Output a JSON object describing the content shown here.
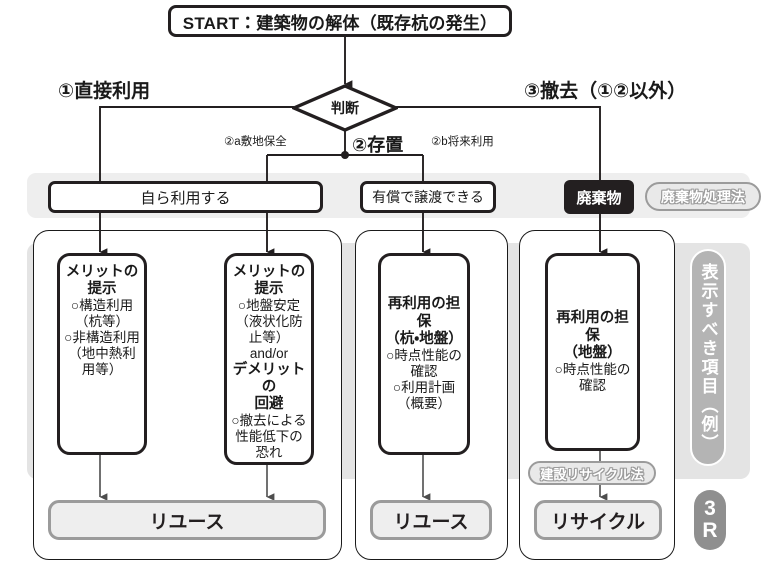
{
  "diagram": {
    "start": {
      "label": "START：建築物の解体（既存杭の発生）"
    },
    "decision": {
      "label": "判断"
    },
    "branch_labels": {
      "left": "①直接利用",
      "right": "③撤去（①②以外）",
      "center": "②存置",
      "sub_a": "②a敷地保全",
      "sub_b": "②b将来利用"
    },
    "category_boxes": [
      {
        "label": "自ら利用する",
        "style": "outline"
      },
      {
        "label": "有償で譲渡できる",
        "style": "outline"
      },
      {
        "label": "廃棄物",
        "style": "filled-black"
      }
    ],
    "law_badges": {
      "waste_law": "廃棄物処理法",
      "construction_recycle_law": "建設リサイクル法"
    },
    "content_boxes": [
      {
        "id": "box-merit-direct",
        "heading": "メリットの\n提示",
        "lines": [
          "○構造利用",
          "（杭等）",
          "○非構造利用",
          "（地中熱利",
          "用等）"
        ],
        "mid": "",
        "heading2": "",
        "lines2": []
      },
      {
        "id": "box-merit-preserve",
        "heading": "メリットの\n提示",
        "lines": [
          "○地盤安定",
          "（液状化防",
          "止等）"
        ],
        "mid": "and/or",
        "heading2": "デメリットの\n回避",
        "lines2": [
          "○撤去による",
          "性能低下の",
          "恐れ"
        ]
      },
      {
        "id": "box-reuse-guarantee-pile",
        "heading": "再利用の担保\n（杭・地盤）",
        "lines": [
          "○時点性能の",
          "確認",
          "○利用計画",
          "（概要）"
        ],
        "mid": "",
        "heading2": "",
        "lines2": []
      },
      {
        "id": "box-reuse-guarantee-ground",
        "heading": "再利用の担保\n（地盤）",
        "lines": [
          "○時点性能の",
          "確認"
        ],
        "mid": "",
        "heading2": "",
        "lines2": []
      }
    ],
    "results": [
      {
        "id": "result-reuse-1",
        "label": "リユース"
      },
      {
        "id": "result-reuse-2",
        "label": "リユース"
      },
      {
        "id": "result-recycle",
        "label": "リサイクル"
      }
    ],
    "side_label": {
      "text": "表示すべき項目（例）"
    },
    "badge_3r": {
      "line1": "3",
      "line2": "R"
    },
    "colors": {
      "ink": "#231f20",
      "band": "#eeeeee",
      "band_alt": "#e4e4e4",
      "pill_gray": "#9b9b9b",
      "pill_solid": "#8f8f8f",
      "side_label_bg": "#b4b4b4",
      "result_border": "#9b9b9b",
      "result_fill": "#eeeeee",
      "paper": "#ffffff"
    }
  }
}
